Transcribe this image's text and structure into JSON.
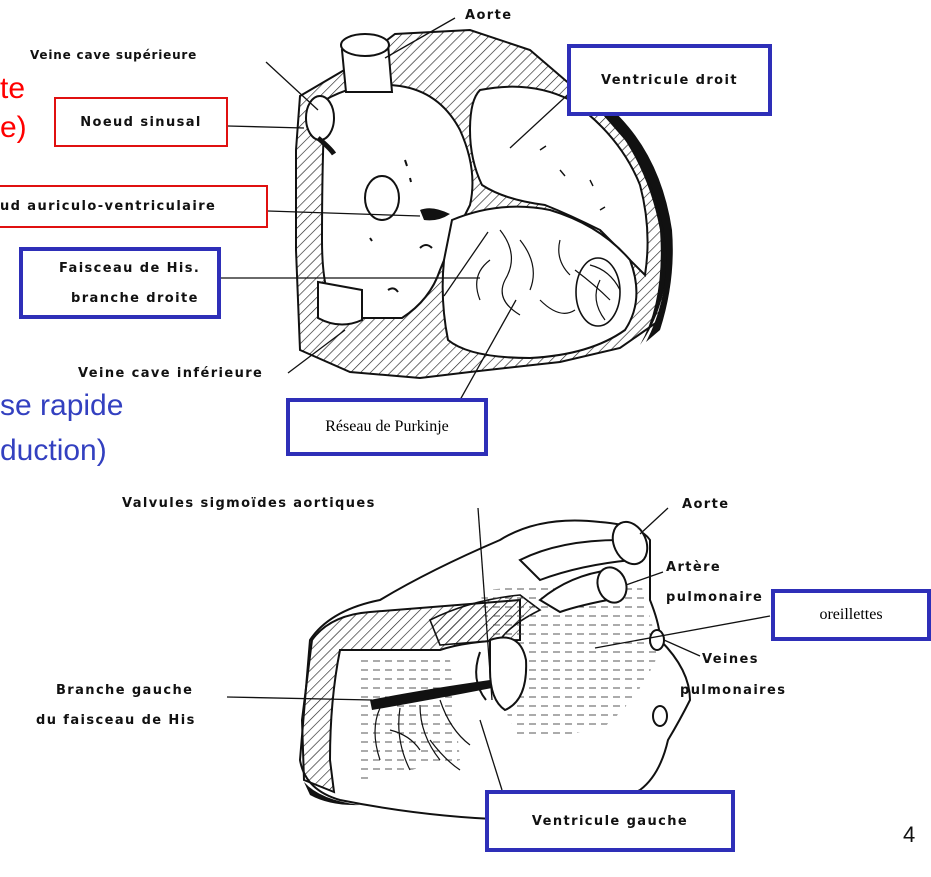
{
  "colors": {
    "box_blue": "#2e2fb8",
    "box_red": "#e01010",
    "text_red": "#ff0000",
    "text_blue": "#3340c0"
  },
  "fragments": {
    "red_line1": "te",
    "red_line2": "e)",
    "blue_line1": "se rapide",
    "blue_line2": "duction)"
  },
  "top_heart": {
    "aorte": "Aorte",
    "veine_cave_sup": "Veine cave supérieure",
    "ventricule_droit": "Ventricule droit",
    "noeud_sinusal": "Noeud sinusal",
    "noeud_av": "ud auriculo-ventriculaire",
    "his_line1": "Faisceau de His.",
    "his_line2": "branche droite",
    "veine_cave_inf": "Veine cave inférieure",
    "purkinje": "Réseau de Purkinje"
  },
  "bottom_heart": {
    "valvules": "Valvules sigmoïdes aortiques",
    "aorte": "Aorte",
    "artere_line1": "Artère",
    "artere_line2": "pulmonaire",
    "oreillettes": "oreillettes",
    "veines_line1": "Veines",
    "veines_line2": "pulmonaires",
    "branche_line1": "Branche gauche",
    "branche_line2": "du faisceau de His",
    "ventricule_gauche": "Ventricule gauche"
  },
  "page_number": "4"
}
